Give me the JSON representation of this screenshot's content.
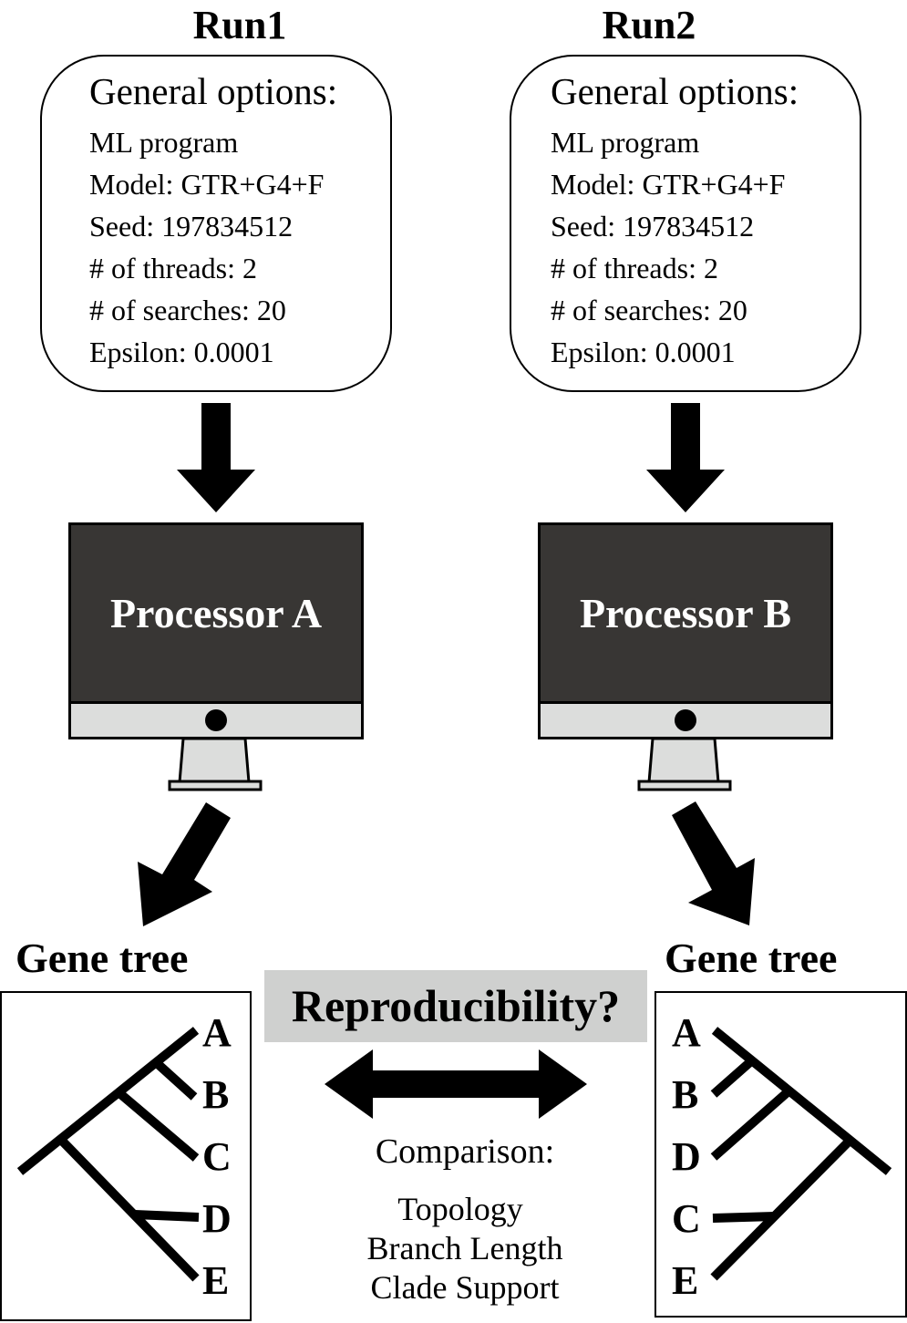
{
  "runs": [
    {
      "title": "Run1",
      "options_heading": "General options:",
      "options": [
        "ML program",
        "Model: GTR+G4+F",
        "Seed: 197834512",
        "# of threads: 2",
        "# of searches: 20",
        "Epsilon: 0.0001"
      ],
      "processor_label": "Processor A",
      "tree_title": "Gene tree",
      "tree_leaves": [
        "A",
        "B",
        "C",
        "D",
        "E"
      ]
    },
    {
      "title": "Run2",
      "options_heading": "General options:",
      "options": [
        "ML program",
        "Model: GTR+G4+F",
        "Seed: 197834512",
        "# of threads: 2",
        "# of searches: 20",
        "Epsilon: 0.0001"
      ],
      "processor_label": "Processor B",
      "tree_title": "Gene tree",
      "tree_leaves": [
        "A",
        "B",
        "D",
        "C",
        "E"
      ]
    }
  ],
  "center": {
    "question": "Reproducibility?",
    "comparison_title": "Comparison:",
    "comparison_items": [
      "Topology",
      "Branch Length",
      "Clade Support"
    ]
  },
  "colors": {
    "screen": "#383634",
    "bezel": "#dcdddc",
    "highlight": "#cfd0cf",
    "ink": "#000000"
  }
}
